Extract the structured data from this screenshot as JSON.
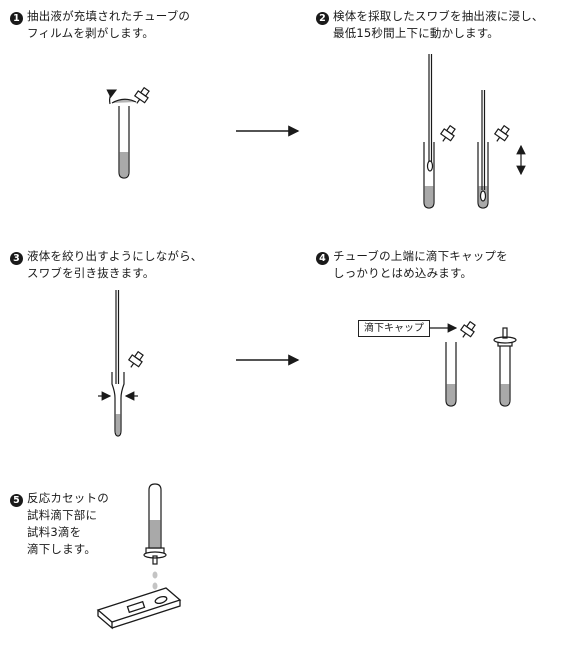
{
  "steps": [
    {
      "number": "1",
      "lines": [
        "抽出液が充填されたチューブの",
        "フィルムを剥がします。"
      ]
    },
    {
      "number": "2",
      "lines": [
        "検体を採取したスワブを抽出液に浸し、",
        "最低15秒間上下に動かします。"
      ]
    },
    {
      "number": "3",
      "lines": [
        "液体を絞り出すようにしながら、",
        "スワブを引き抜きます。"
      ]
    },
    {
      "number": "4",
      "lines": [
        "チューブの上端に滴下キャップを",
        "しっかりとはめ込みます。"
      ]
    },
    {
      "number": "5",
      "lines": [
        "反応カセットの",
        "試料滴下部に",
        "試料3滴を",
        "滴下します。"
      ]
    }
  ],
  "callout": {
    "label": "滴下キャップ"
  },
  "colors": {
    "ink": "#1a1a1a",
    "liquid": "#a9a9a9",
    "drop": "#c4c4c4"
  }
}
